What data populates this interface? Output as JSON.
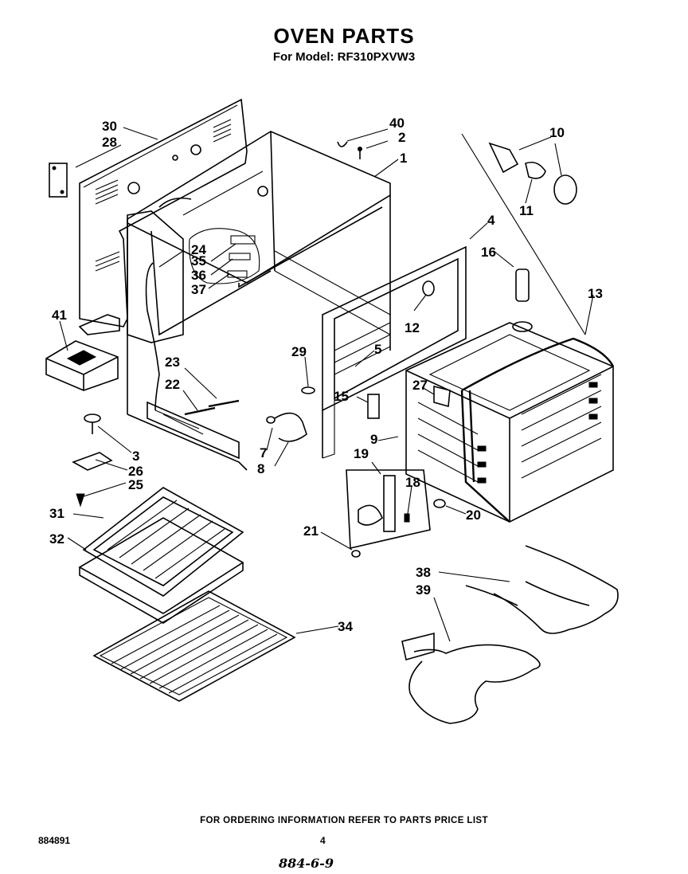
{
  "header": {
    "title": "OVEN PARTS",
    "subtitle": "For Model: RF310PXVW3"
  },
  "callouts": {
    "c1": "1",
    "c2": "2",
    "c3": "3",
    "c4": "4",
    "c5": "5",
    "c7": "7",
    "c8": "8",
    "c9": "9",
    "c10": "10",
    "c11": "11",
    "c12": "12",
    "c13": "13",
    "c15": "15",
    "c16": "16",
    "c18": "18",
    "c19": "19",
    "c20": "20",
    "c21": "21",
    "c22": "22",
    "c23": "23",
    "c24": "24",
    "c25": "25",
    "c26": "26",
    "c27": "27",
    "c28": "28",
    "c29": "29",
    "c30": "30",
    "c31": "31",
    "c32": "32",
    "c34": "34",
    "c35": "35",
    "c36": "36",
    "c37": "37",
    "c38": "38",
    "c39": "39",
    "c40": "40",
    "c41": "41"
  },
  "footer": {
    "note": "FOR ORDERING INFORMATION REFER TO PARTS PRICE LIST",
    "doc_number": "884891",
    "page_number": "4",
    "handwritten": "884-6-9"
  }
}
